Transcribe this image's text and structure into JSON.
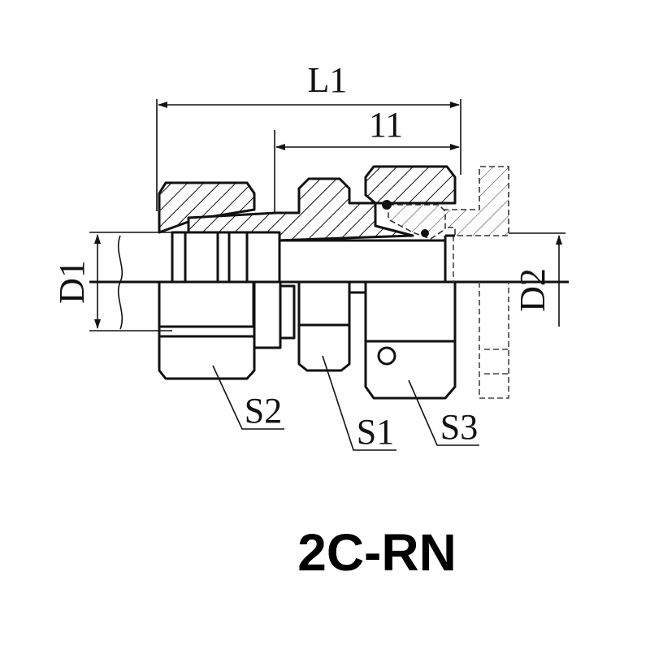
{
  "title": "2C-RN",
  "dimensions": {
    "L1": "L1",
    "l1": "11",
    "D1": "D1",
    "D2": "D2",
    "S1": "S1",
    "S2": "S2",
    "S3": "S3"
  }
}
